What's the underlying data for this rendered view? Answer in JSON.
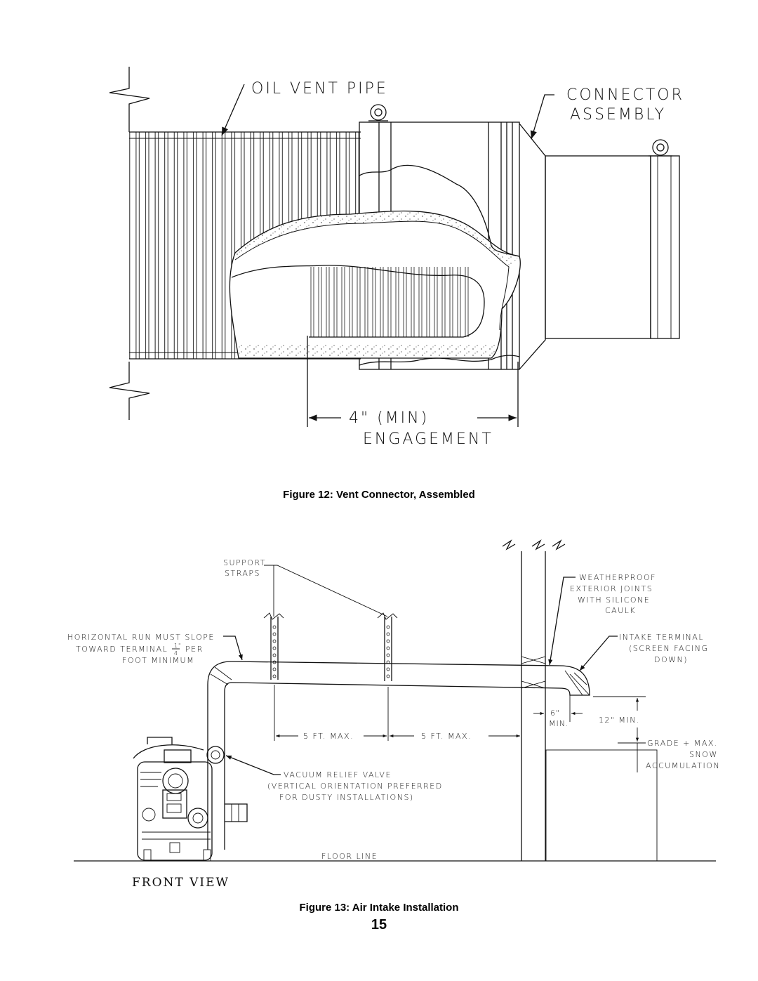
{
  "figure12": {
    "labels": {
      "oil_vent_pipe": "OIL VENT PIPE",
      "connector_line1": "CONNECTOR",
      "connector_line2": "ASSEMBLY",
      "dimension": "4\" (MIN)",
      "engagement": "ENGAGEMENT"
    },
    "caption": "Figure 12:  Vent Connector, Assembled"
  },
  "figure13": {
    "labels": {
      "support_straps": [
        "SUPPORT",
        "STRAPS"
      ],
      "weatherproof": [
        "WEATHERPROOF",
        "EXTERIOR JOINTS",
        "WITH SILICONE",
        "CAULK"
      ],
      "horizontal_run": [
        "HORIZONTAL RUN MUST SLOPE",
        "TOWARD TERMINAL",
        "PER",
        "FOOT MINIMUM"
      ],
      "slope_fraction": {
        "num": "1",
        "den": "4",
        "unit": "\""
      },
      "intake_terminal": [
        "INTAKE TERMINAL",
        "(SCREEN FACING",
        "DOWN)"
      ],
      "six_min": [
        "6\"",
        "MIN."
      ],
      "twelve_min": "12\" MIN.",
      "grade": [
        "GRADE + MAX.",
        "SNOW",
        "ACCUMULATION"
      ],
      "five_ft_1": "5 FT. MAX.",
      "five_ft_2": "5 FT. MAX.",
      "vacuum": [
        "VACUUM RELIEF VALVE",
        "(VERTICAL ORIENTATION PREFERRED",
        "FOR DUSTY INSTALLATIONS)"
      ],
      "floor_line": "FLOOR LINE",
      "front_view": "FRONT VIEW"
    },
    "caption": "Figure 13:  Air Intake Installation"
  },
  "page_number": "15"
}
